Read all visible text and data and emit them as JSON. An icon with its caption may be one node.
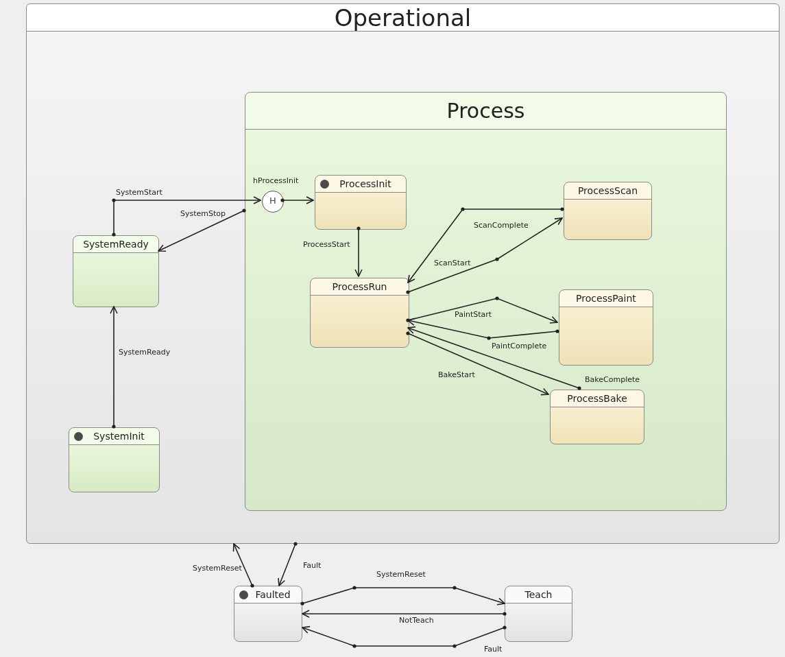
{
  "diagram": {
    "nodes": [
      {
        "text": [
          "Operational"
        ]
      },
      {
        "text": [
          "Process"
        ],
        "in": 0
      },
      {
        "text": [
          "SystemReady"
        ],
        "in": 0
      },
      {
        "text": [
          "SystemInit"
        ],
        "in": 0
      },
      {
        "text": [
          "H"
        ],
        "beside": [
          "hProcessInit"
        ],
        "in": 1
      },
      {
        "text": [
          "ProcessInit"
        ],
        "in": 1
      },
      {
        "text": [
          "ProcessRun"
        ],
        "in": 1
      },
      {
        "text": [
          "ProcessScan"
        ],
        "in": 1
      },
      {
        "text": [
          "ProcessPaint"
        ],
        "in": 1
      },
      {
        "text": [
          "ProcessBake"
        ],
        "in": 1
      },
      {
        "text": [
          "Faulted"
        ]
      },
      {
        "text": [
          "Teach"
        ]
      }
    ],
    "edges": [
      {
        "from": 3,
        "to": 2,
        "arrow": "to",
        "label": "SystemReady"
      },
      {
        "from": 2,
        "to": 4,
        "arrow": "to",
        "label": "SystemStart"
      },
      {
        "from": 4,
        "to": 5,
        "arrow": "to"
      },
      {
        "from": 1,
        "to": 2,
        "arrow": "to",
        "label": "SystemStop"
      },
      {
        "from": 5,
        "to": 6,
        "arrow": "to",
        "label": "ProcessStart"
      },
      {
        "from": 6,
        "to": 7,
        "arrow": "to",
        "label": "ScanStart"
      },
      {
        "from": 7,
        "to": 6,
        "arrow": "to",
        "label": "ScanComplete"
      },
      {
        "from": 6,
        "to": 8,
        "arrow": "to",
        "label": "PaintStart"
      },
      {
        "from": 8,
        "to": 6,
        "arrow": "to",
        "label": "PaintComplete"
      },
      {
        "from": 6,
        "to": 9,
        "arrow": "to",
        "label": "BakeStart"
      },
      {
        "from": 9,
        "to": 6,
        "arrow": "to",
        "label": "BakeComplete"
      },
      {
        "from": 10,
        "to": 0,
        "arrow": "to",
        "label": "SystemReset"
      },
      {
        "from": 0,
        "to": 10,
        "arrow": "to",
        "label": "Fault"
      },
      {
        "from": 10,
        "to": 11,
        "arrow": "to",
        "label": "SystemReset"
      },
      {
        "from": 11,
        "to": 10,
        "arrow": "to",
        "label": "NotTeach"
      },
      {
        "from": 11,
        "to": 10,
        "arrow": "to",
        "label": "Fault"
      }
    ]
  }
}
